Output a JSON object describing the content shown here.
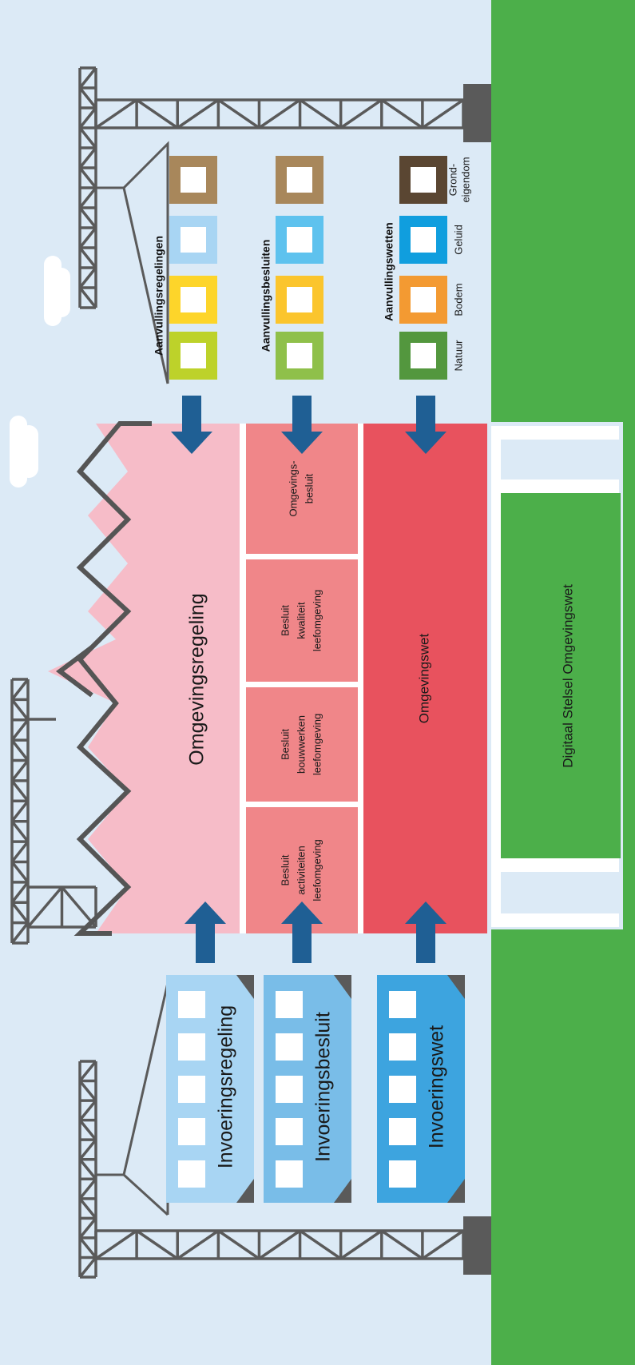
{
  "colors": {
    "sky": "#dceaf6",
    "ground": "#4caf4a",
    "regeling_pink": "#f6bcc8",
    "besluit_salmon": "#f08689",
    "wet_red": "#e8525e",
    "arrow": "#1f5f94",
    "crane": "#5a5a5a",
    "invoering_regeling": "#a8d5f3",
    "invoering_besluit": "#79bde8",
    "invoering_wet": "#3da4df"
  },
  "ground": {
    "label": "Digitaal Stelsel Omgevingswet"
  },
  "building": {
    "regeling": "Omgevingsregeling",
    "wet": "Omgevingswet",
    "besluiten": [
      {
        "lines": [
          "Besluit",
          "activiteiten",
          "leefomgeving"
        ]
      },
      {
        "lines": [
          "Besluit",
          "bouwwerken",
          "leefomgeving"
        ]
      },
      {
        "lines": [
          "Besluit",
          "kwaliteit",
          "leefomgeving"
        ]
      },
      {
        "lines": [
          "Omgevings-",
          "besluit"
        ]
      }
    ]
  },
  "invoering": {
    "regeling": "Invoeringsregeling",
    "besluit": "Invoeringsbesluit",
    "wet": "Invoeringswet"
  },
  "aanvulling": {
    "regelingen": {
      "title": "Aanvullingsregelingen",
      "colors": [
        "#bdd22a",
        "#fdd52a",
        "#a8d5f3",
        "#a8875b"
      ]
    },
    "besluiten": {
      "title": "Aanvullingsbesluiten",
      "colors": [
        "#8fc04a",
        "#fbc52d",
        "#5ec2ee",
        "#a8875b"
      ]
    },
    "wetten": {
      "title": "Aanvullingswetten",
      "colors": [
        "#53973e",
        "#f39a32",
        "#109ede",
        "#5a4632"
      ],
      "labels": [
        "Natuur",
        "Bodem",
        "Geluid"
      ],
      "grondeigendom_lines": [
        "Grond-",
        "eigendom"
      ]
    }
  }
}
